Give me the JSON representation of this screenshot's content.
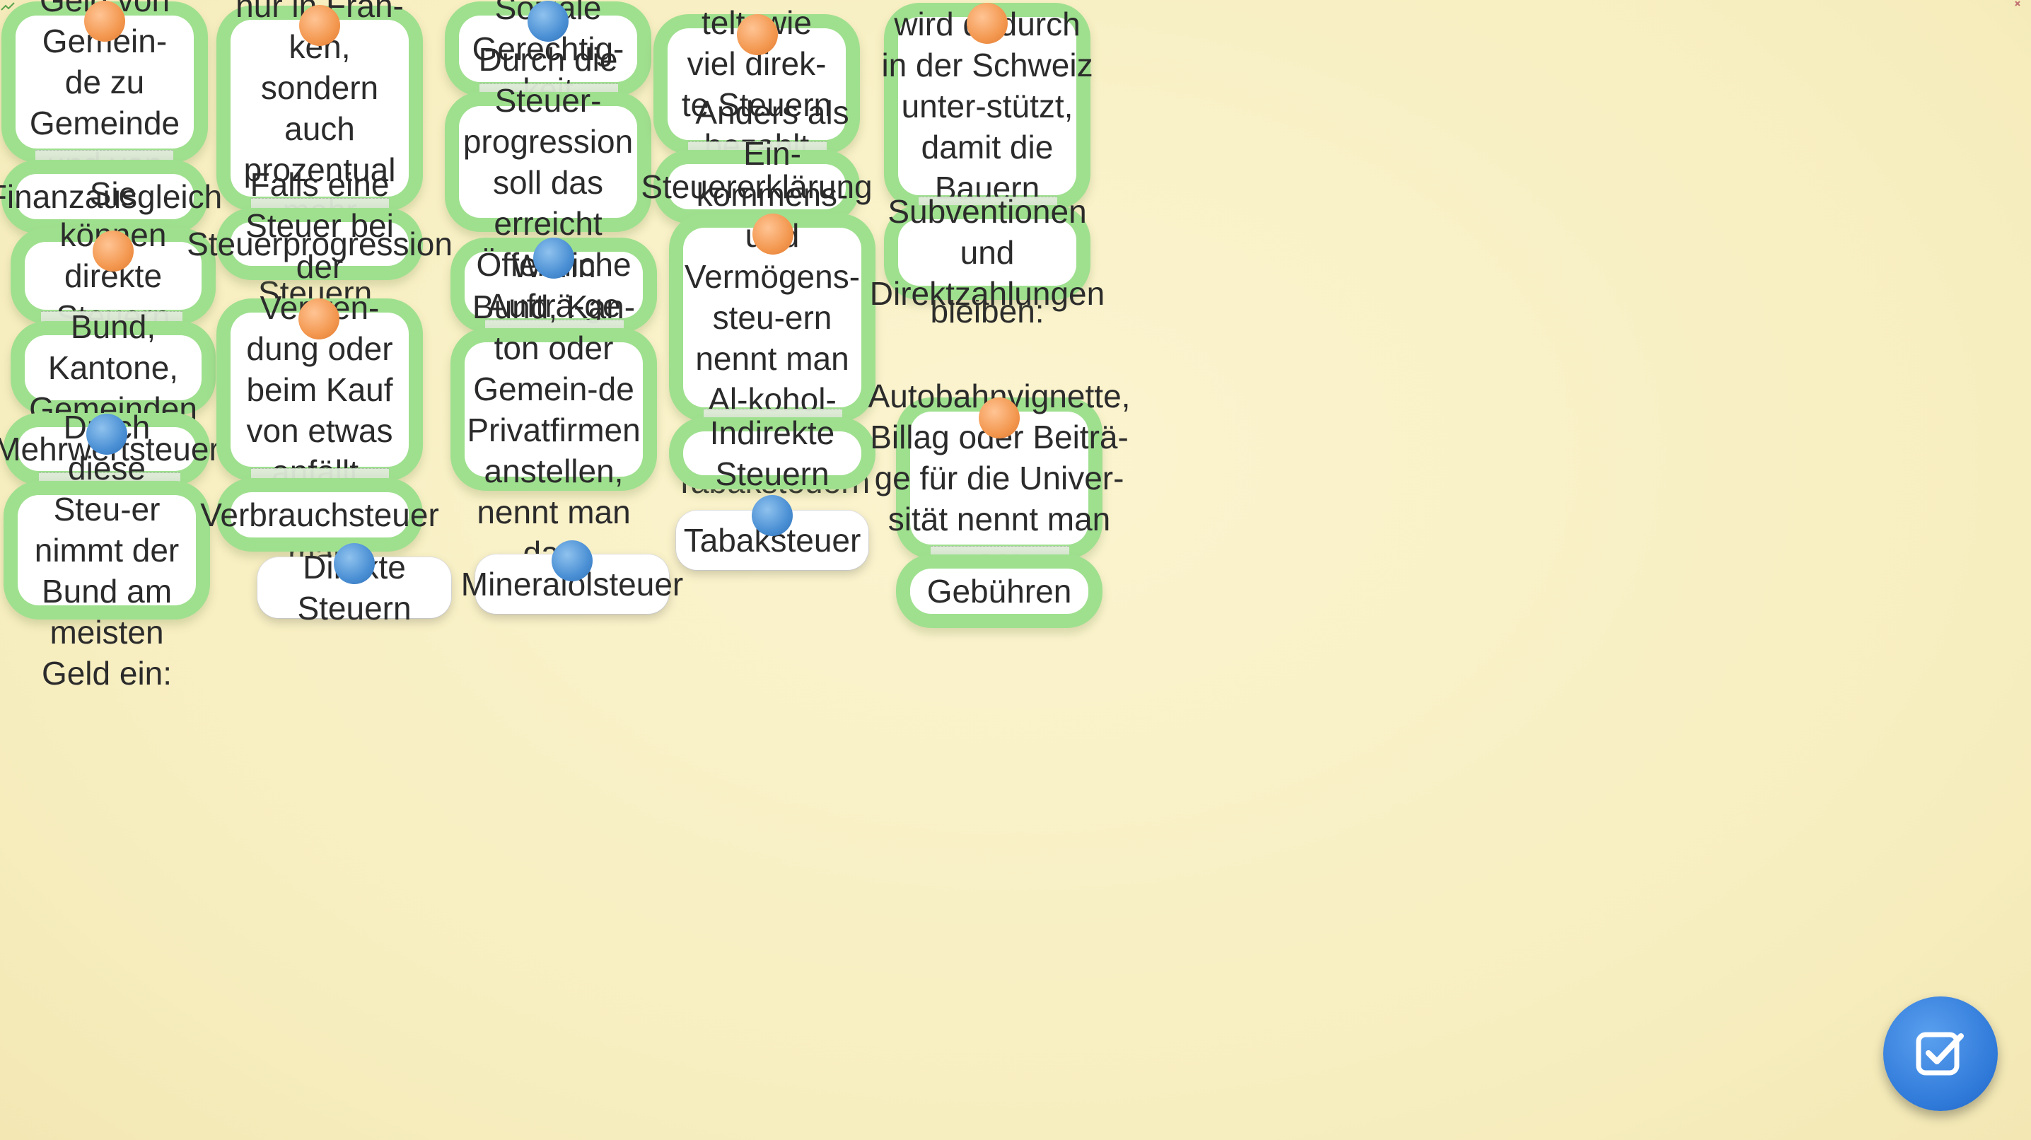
{
  "cards": {
    "c1_q": "Dadurch fliesst Geld von Gemein-de zu Gemeinde und von Kanton zu Kanton:",
    "c1_a": "Finanzausgleich",
    "c2_q": "Sie können direkte Steuern erheben:",
    "c2_a": "Bund, Kantone, Gemeinden",
    "c3_a": "Mehrwertsteuer",
    "c3_q": "Durch diese Steu-er nimmt der Bund am meisten Geld ein:",
    "c4_q": "Gut verdienende Personen zahlen nicht nur in Fran-ken, sondern auch prozentual mehr direkte Steuern. Man nennt das:",
    "c4_a": "Steuerprogression",
    "c5_q": "Falls eine Steuer bei der Verwen-dung oder beim Kauf von etwas anfällt, nennt man diese:",
    "c5_a": "Verbrauchsteuer",
    "c6_a": "Soziale Gerechtig-keit",
    "c6_q": "Durch die Steuer-progression soll das erreicht wer-den:",
    "c7_a": "Öffentliche Aufträ-ge",
    "c7_q": "Wenn Bund, Kan-ton oder Gemein-de Privatfirmen anstellen, nennt man das:",
    "c8_q": "Hiermit wird ermit-telt, wie viel direk-te Steuern bezahlt werden müssen:",
    "c8_a": "Steuererklärung",
    "c9_q": "Anders als Ein-kommens- und Vermögens-steu-ern nennt man Al-kohol- Benzin- oder Tabaksteuern so:",
    "c9_a": "Indirekte Steuern",
    "c10_q": "Beispielsweise die Landwirtschaft wird dadurch in der Schweiz unter-stützt, damit die Bauern konkur-renzfähig bleiben:",
    "c10_a": "Subventionen und Direktzahlungen",
    "c11_q": "Autobahnvignette, Billag oder Beiträ-ge für die Univer-sität nennt man so:",
    "c11_a": "Gebühren"
  },
  "loose_cards": {
    "direkte_steuern": "Direkte Steuern",
    "mineraloelsteuer": "Mineralölsteuer",
    "tabaksteuer": "Tabaksteuer"
  },
  "colors": {
    "background": "#f9f0c4",
    "card_border": "#9fe08f",
    "pin_orange": "#f3974f",
    "pin_blue": "#4a8fd4",
    "check_button": "#2e78d8"
  },
  "icons": {
    "check_button": "checkbox-check-icon"
  }
}
